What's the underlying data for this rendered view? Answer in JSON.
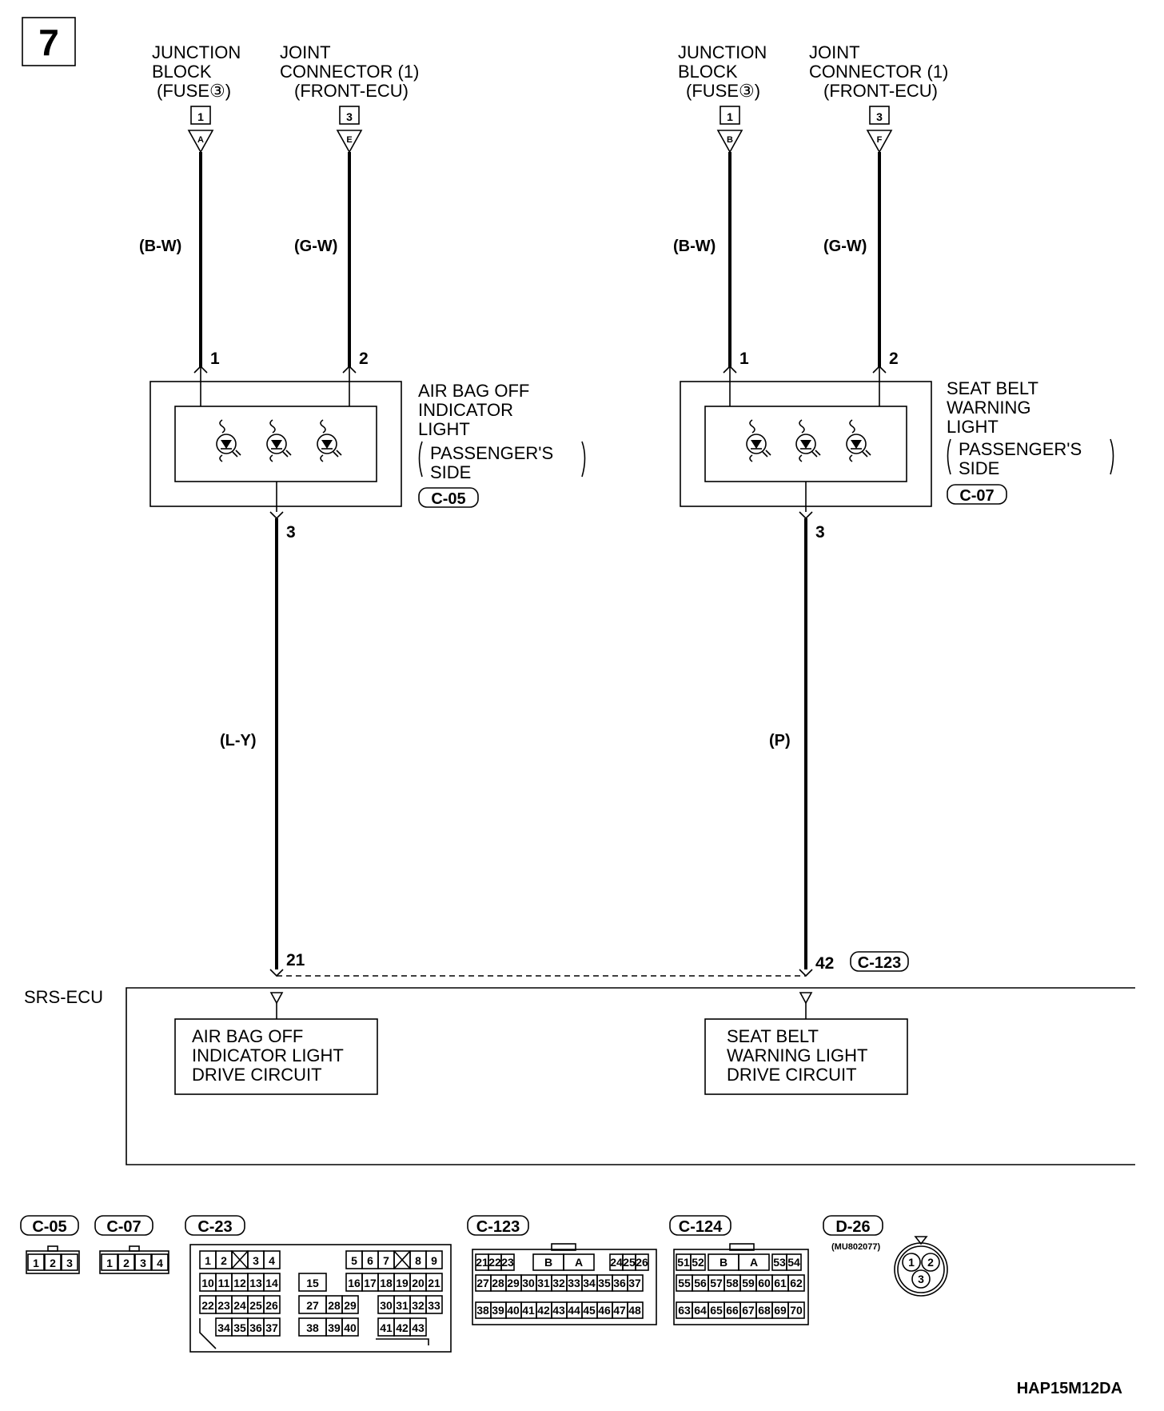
{
  "page_number": "7",
  "image_code": "HAP15M12DA",
  "left_circuit": {
    "source1": {
      "line1": "JUNCTION",
      "line2": "BLOCK",
      "line3": "(FUSE③)",
      "pin": "1",
      "terminal": "A",
      "wire": "(B-W)",
      "component_pin": "1"
    },
    "source2": {
      "line1": "JOINT",
      "line2": "CONNECTOR (1)",
      "line3": "(FRONT-ECU)",
      "pin": "3",
      "terminal": "E",
      "wire": "(G-W)",
      "component_pin": "2"
    },
    "component": {
      "line1": "AIR BAG OFF",
      "line2": "INDICATOR",
      "line3": "LIGHT",
      "line4": "PASSENGER'S",
      "line5": "SIDE",
      "connector": "C-05"
    },
    "output_pin": "3",
    "output_wire": "(L-Y)",
    "ecu_pin": "21"
  },
  "right_circuit": {
    "source1": {
      "line1": "JUNCTION",
      "line2": "BLOCK",
      "line3": "(FUSE③)",
      "pin": "1",
      "terminal": "B",
      "wire": "(B-W)",
      "component_pin": "1"
    },
    "source2": {
      "line1": "JOINT",
      "line2": "CONNECTOR (1)",
      "line3": "(FRONT-ECU)",
      "pin": "3",
      "terminal": "F",
      "wire": "(G-W)",
      "component_pin": "2"
    },
    "component": {
      "line1": "SEAT BELT",
      "line2": "WARNING",
      "line3": "LIGHT",
      "line4": "PASSENGER'S",
      "line5": "SIDE",
      "connector": "C-07"
    },
    "output_pin": "3",
    "output_wire": "(P)",
    "ecu_pin": "42",
    "ecu_connector": "C-123"
  },
  "ecu": {
    "name": "SRS-ECU",
    "left_block": {
      "line1": "AIR BAG OFF",
      "line2": "INDICATOR LIGHT",
      "line3": "DRIVE CIRCUIT"
    },
    "right_block": {
      "line1": "SEAT BELT",
      "line2": "WARNING LIGHT",
      "line3": "DRIVE CIRCUIT"
    }
  },
  "connectors": {
    "c05": {
      "label": "C-05",
      "pins": [
        "1",
        "2",
        "3"
      ]
    },
    "c07": {
      "label": "C-07",
      "pins": [
        "1",
        "2",
        "3",
        "4"
      ]
    },
    "c23": {
      "label": "C-23",
      "row1a": [
        "1",
        "2",
        "",
        "3",
        "4"
      ],
      "row1b": [
        "5",
        "6",
        "7",
        "",
        "8",
        "9"
      ],
      "row2a": [
        "10",
        "11",
        "12",
        "13",
        "14"
      ],
      "row2mid": "15",
      "row2b": [
        "16",
        "17",
        "18",
        "19",
        "20",
        "21"
      ],
      "row3a": [
        "22",
        "23",
        "24",
        "25",
        "26"
      ],
      "row3mid": [
        "27",
        "28",
        "29"
      ],
      "row3b": [
        "30",
        "31",
        "32",
        "33"
      ],
      "row4a": [
        "34",
        "35",
        "36",
        "37"
      ],
      "row4mid": [
        "38",
        "39",
        "40"
      ],
      "row4b": [
        "41",
        "42",
        "43"
      ]
    },
    "c123": {
      "label": "C-123",
      "row1a": [
        "21",
        "22",
        "23"
      ],
      "row1mid": [
        "B",
        "A"
      ],
      "row1b": [
        "24",
        "25",
        "26"
      ],
      "row2": [
        "27",
        "28",
        "29",
        "30",
        "31",
        "32",
        "33",
        "34",
        "35",
        "36",
        "37"
      ],
      "row3": [
        "38",
        "39",
        "40",
        "41",
        "42",
        "43",
        "44",
        "45",
        "46",
        "47",
        "48"
      ]
    },
    "c124": {
      "label": "C-124",
      "row1a": [
        "51",
        "52"
      ],
      "row1mid": [
        "B",
        "A"
      ],
      "row1b": [
        "53",
        "54"
      ],
      "row2": [
        "55",
        "56",
        "57",
        "58",
        "59",
        "60",
        "61",
        "62"
      ],
      "row3": [
        "63",
        "64",
        "65",
        "66",
        "67",
        "68",
        "69",
        "70"
      ]
    },
    "d26": {
      "label": "D-26",
      "part": "(MU802077)",
      "pins": [
        "1",
        "2",
        "3"
      ]
    }
  }
}
